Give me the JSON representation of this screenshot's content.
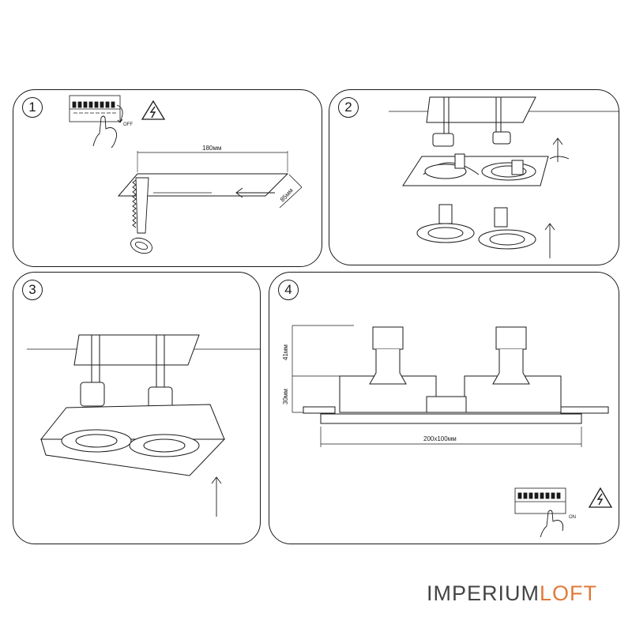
{
  "steps": [
    {
      "number": "1",
      "switch_label": "OFF",
      "cut_width": "180мм",
      "cut_height": "85мм"
    },
    {
      "number": "2"
    },
    {
      "number": "3"
    },
    {
      "number": "4",
      "dim_top": "41мм",
      "dim_bottom": "30мм",
      "frame_size": "200x100мм",
      "switch_label": "ON"
    }
  ],
  "brand": {
    "part1": "IMPERIUM",
    "part2": "LOFT"
  },
  "colors": {
    "line": "#1a1a1a",
    "brand_gray": "#444444",
    "brand_orange": "#e07a3a"
  },
  "icons": [
    "lightning-icon",
    "circuit-breaker-icon",
    "hand-icon",
    "saw-icon",
    "rotate-icon",
    "arrow-icon"
  ]
}
